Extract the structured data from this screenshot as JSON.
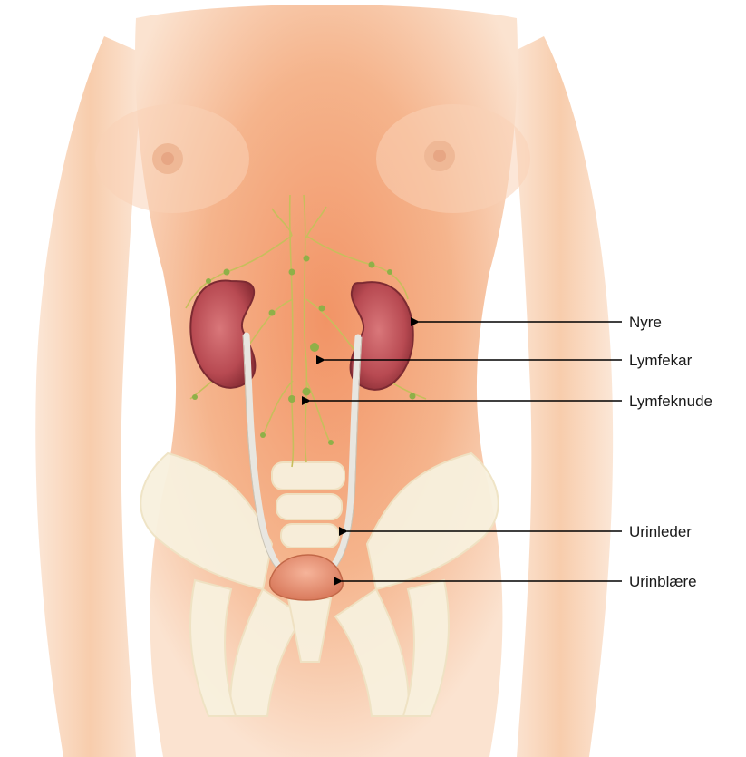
{
  "diagram": {
    "labels": {
      "nyre": "Nyre",
      "lymfekar": "Lymfekar",
      "lymfeknude": "Lymfeknude",
      "urinleder": "Urinleder",
      "urinblaere": "Urinblære"
    },
    "colors": {
      "skin": "#f7c9a6",
      "skin_center": "#f29a6c",
      "kidney": "#c4545a",
      "bone": "#f8f0dc",
      "bladder": "#e9967a",
      "lymph": "#c8c060",
      "node": "#8fb048",
      "arrow": "#000000"
    }
  }
}
